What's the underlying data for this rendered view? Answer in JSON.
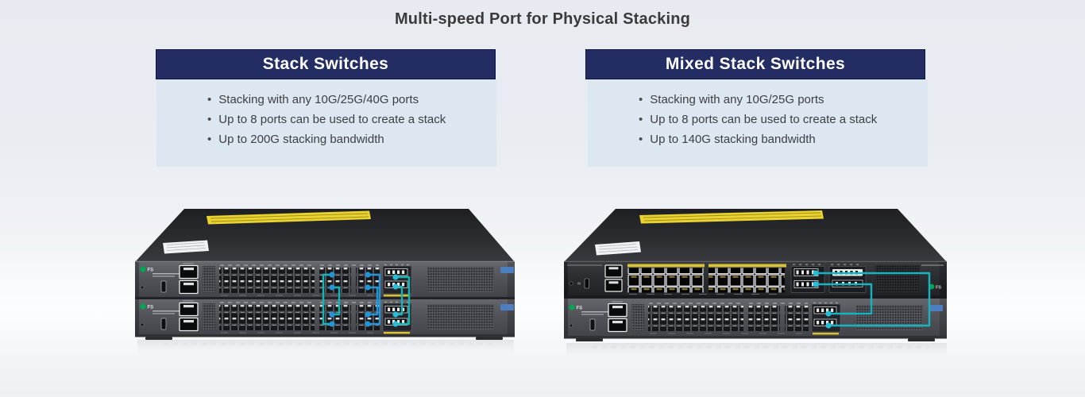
{
  "page": {
    "title": "Multi-speed Port for Physical Stacking"
  },
  "sections": [
    {
      "header": "Stack Switches",
      "bullets": [
        "Stacking with any 10G/25G/40G ports",
        "Up to 8 ports can be used to create a stack",
        "Up to 200G stacking bandwidth"
      ]
    },
    {
      "header": "Mixed Stack Switches",
      "bullets": [
        "Stacking with any 10G/25G ports",
        "Up to 8 ports can be used to create a stack",
        "Up to 140G stacking bandwidth"
      ]
    }
  ],
  "images": {
    "brand": "FS"
  },
  "colors": {
    "header_navy": "#232d64",
    "panel_blue": "#dce7f1",
    "title_text": "#3a3a3c",
    "cable_teal": "#14b5b5",
    "cable_cyan": "#17b3c0",
    "connector_blue": "#2394d6",
    "connector_cyan": "#27bcd8",
    "brand_green": "#00a650",
    "sticker_yellow": "#ead32f",
    "badge_blue": "#4d7fc0"
  }
}
